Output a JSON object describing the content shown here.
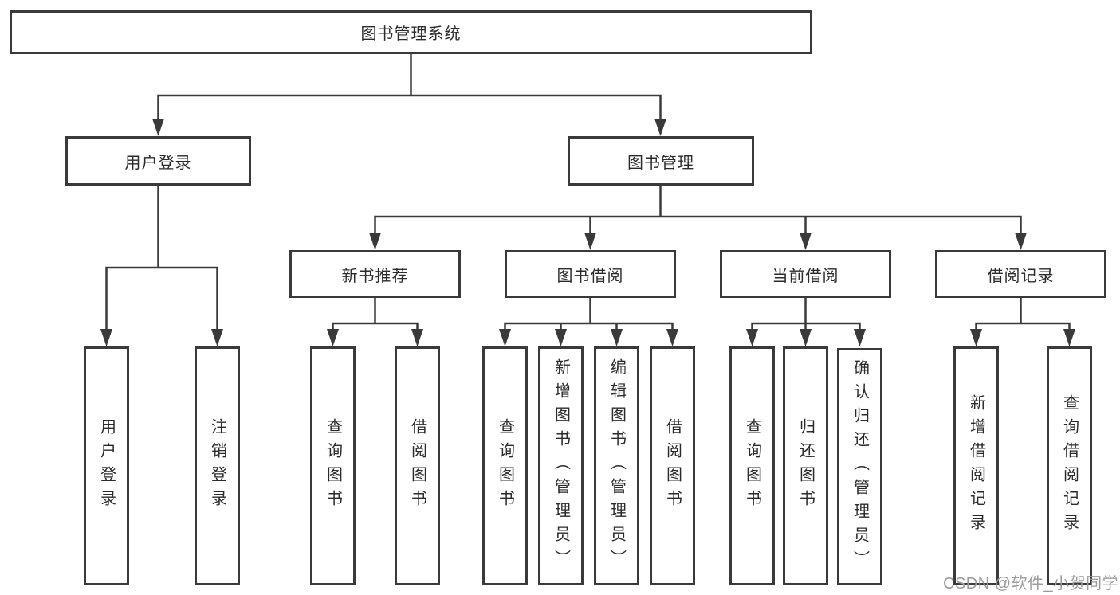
{
  "tree": {
    "root": "图书管理系统",
    "children": [
      {
        "label": "用户登录",
        "children": [
          "用户登录",
          "注销登录"
        ]
      },
      {
        "label": "图书管理",
        "children": [
          {
            "label": "新书推荐",
            "children": [
              "查询图书",
              "借阅图书"
            ]
          },
          {
            "label": "图书借阅",
            "children": [
              "查询图书",
              "新增图书（管理员）",
              "编辑图书（管理员）",
              "借阅图书"
            ]
          },
          {
            "label": "当前借阅",
            "children": [
              "查询图书",
              "归还图书",
              "确认归还（管理员）"
            ]
          },
          {
            "label": "借阅记录",
            "children": [
              "新增借阅记录",
              "查询借阅记录"
            ]
          }
        ]
      }
    ]
  },
  "watermark": {
    "text": "CSDN @软件_小贺同学"
  },
  "colors": {
    "line": "#3a3a3a",
    "box_border": "#3a3a3a",
    "text": "#2b2b2b",
    "watermark": "#9b9b9b",
    "background": "#ffffff"
  }
}
